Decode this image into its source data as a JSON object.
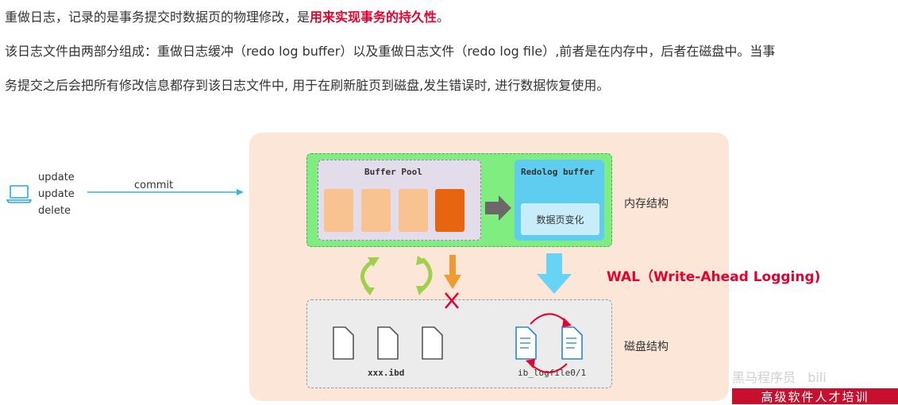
{
  "text": {
    "line1_normal": "重做日志，记录的是事务提交时数据页的物理修改，是",
    "line1_highlight": "用来实现事务的持久性",
    "line1_end": "。",
    "line2": "该日志文件由两部分组成：重做日志缓冲（redo log buffer）以及重做日志文件（redo log file）,前者是在内存中，后者在磁盘中。当事",
    "line3": "务提交之后会把所有修改信息都存到该日志文件中, 用于在刷新脏页到磁盘,发生错误时, 进行数据恢复使用。"
  },
  "diagram": {
    "ops": [
      "update",
      "update",
      "delete"
    ],
    "commit_label": "commit",
    "buffer_pool_title": "Buffer Pool",
    "redolog_buffer_title": "Redolog buffer",
    "redolog_note": "数据页变化",
    "memory_label": "内存结构",
    "disk_label": "磁盘结构",
    "wal_label": "WAL（Write-Ahead Logging)",
    "ibd_label": "xxx.ibd",
    "logfile_label": "ib_logfile0/1",
    "colors": {
      "accent_red": "#e8002d",
      "memory_green": "#80ed80",
      "redolog_blue": "#5ecdef",
      "page_orange": "#f8c291",
      "page_dark_orange": "#e8650f",
      "background_peach": "#fce6d8"
    }
  },
  "watermark": {
    "banner_text": "高级软件人才培训"
  }
}
